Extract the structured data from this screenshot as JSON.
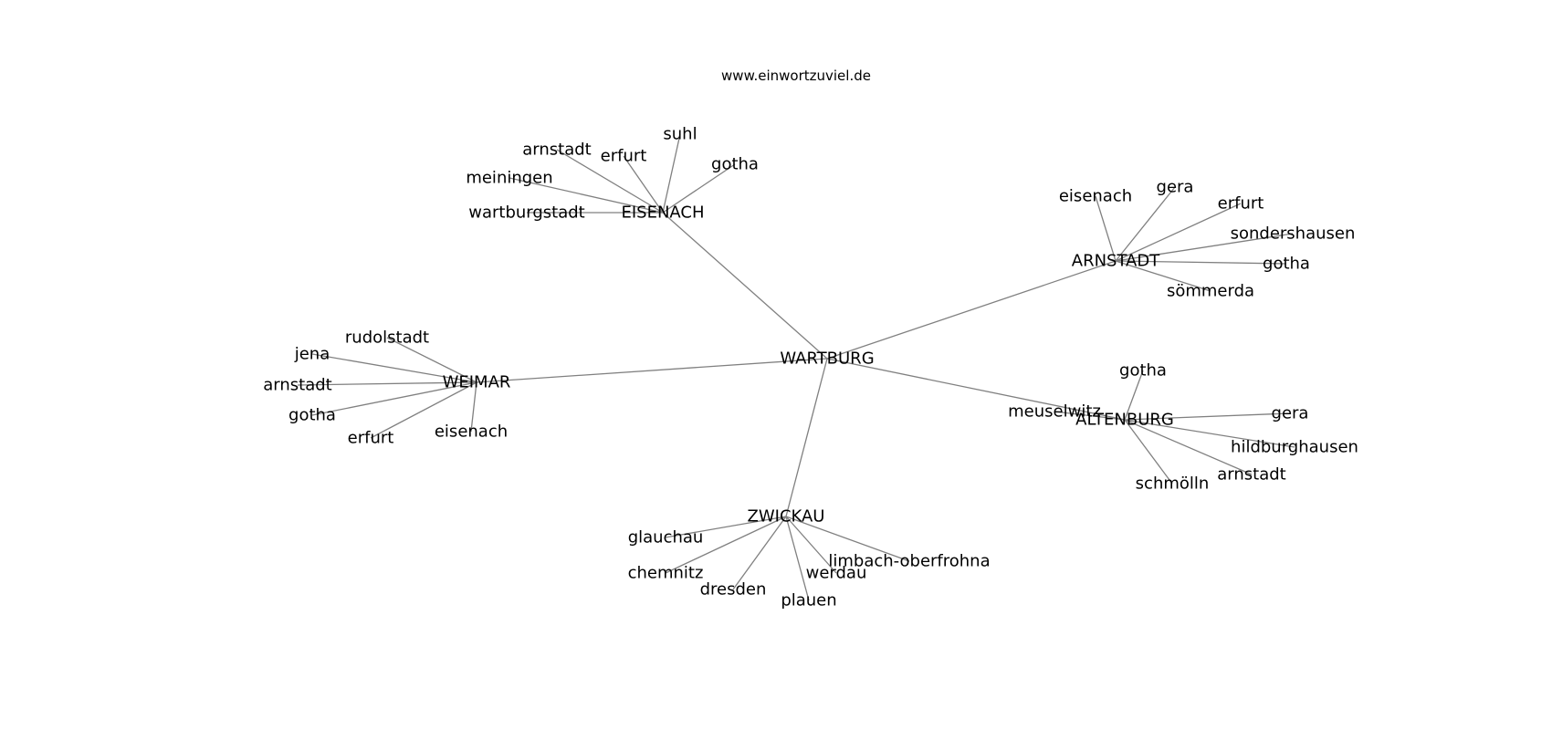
{
  "header": {
    "site_url": "www.einwortzuviel.de"
  },
  "graph": {
    "root": "WARTBURG",
    "hubs": [
      {
        "label": "EISENACH",
        "children": [
          "arnstadt",
          "erfurt",
          "suhl",
          "gotha",
          "meiningen",
          "wartburgstadt"
        ]
      },
      {
        "label": "ARNSTADT",
        "children": [
          "eisenach",
          "gera",
          "erfurt",
          "sondershausen",
          "gotha",
          "sömmerda"
        ]
      },
      {
        "label": "WEIMAR",
        "children": [
          "rudolstadt",
          "jena",
          "arnstadt",
          "gotha",
          "erfurt",
          "eisenach"
        ]
      },
      {
        "label": "ALTENBURG",
        "children": [
          "gotha",
          "meuselwitz",
          "gera",
          "hildburghausen",
          "arnstadt",
          "schmölln"
        ]
      },
      {
        "label": "ZWICKAU",
        "children": [
          "glauchau",
          "chemnitz",
          "dresden",
          "plauen",
          "werdau",
          "limbach-oberfrohna"
        ]
      }
    ],
    "colors": {
      "edge": "#808080",
      "text": "#000000",
      "background": "#ffffff"
    }
  }
}
